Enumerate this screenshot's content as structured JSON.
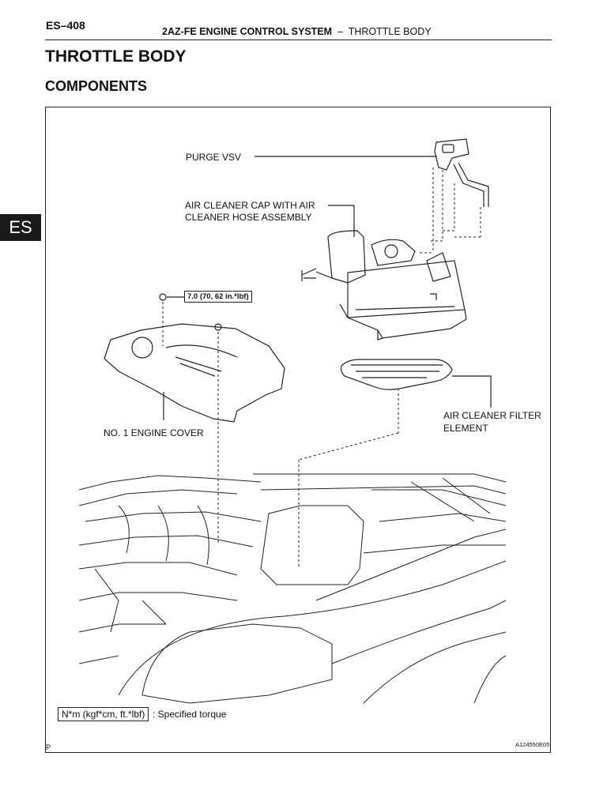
{
  "header": {
    "page_number": "ES–408",
    "system": "2AZ-FE ENGINE CONTROL SYSTEM",
    "separator": "–",
    "section": "THROTTLE BODY"
  },
  "page_title": "THROTTLE BODY",
  "section_title": "COMPONENTS",
  "side_tab": "ES",
  "figure": {
    "labels": {
      "purge_vsv": "PURGE VSV",
      "air_cleaner_cap_line1": "AIR CLEANER CAP WITH AIR",
      "air_cleaner_cap_line2": "CLEANER HOSE ASSEMBLY",
      "filter_line1": "AIR CLEANER FILTER",
      "filter_line2": "ELEMENT",
      "engine_cover": "NO. 1 ENGINE COVER"
    },
    "torque_value": "7.0 (70, 62 in.*lbf)",
    "legend_box": "N*m (kgf*cm, ft.*lbf)",
    "legend_text": ": Specified torque",
    "figure_id": "A124550E05",
    "corner_mark": "P"
  }
}
